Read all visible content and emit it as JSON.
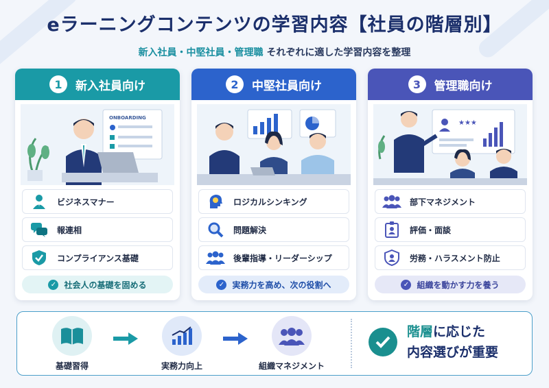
{
  "header": {
    "title": "eラーニングコンテンツの学習内容【社員の階層別】",
    "subtitle_highlight": "新入社員・中堅社員・管理職",
    "subtitle_rest": "それぞれに適した学習内容を整理"
  },
  "colors": {
    "teal": "#1a9aa6",
    "blue": "#2c63cc",
    "indigo": "#4a55b8",
    "navy": "#1b2f6b"
  },
  "cards": [
    {
      "number": "1",
      "title": "新入社員向け",
      "illustration_text": "ONBOARDING",
      "items": [
        {
          "icon": "business-person-icon",
          "label": "ビジネスマナー"
        },
        {
          "icon": "chat-bubbles-icon",
          "label": "報連相"
        },
        {
          "icon": "shield-check-icon",
          "label": "コンプライアンス基礎"
        }
      ],
      "summary": "社会人の基礎を固める"
    },
    {
      "number": "2",
      "title": "中堅社員向け",
      "items": [
        {
          "icon": "lightbulb-head-icon",
          "label": "ロジカルシンキング"
        },
        {
          "icon": "magnifier-icon",
          "label": "問題解決"
        },
        {
          "icon": "team-icon",
          "label": "後輩指導・リーダーシップ"
        }
      ],
      "summary": "実務力を高め、次の役割へ"
    },
    {
      "number": "3",
      "title": "管理職向け",
      "items": [
        {
          "icon": "team-icon",
          "label": "部下マネジメント"
        },
        {
          "icon": "id-badge-icon",
          "label": "評価・面談"
        },
        {
          "icon": "shield-person-icon",
          "label": "労務・ハラスメント防止"
        }
      ],
      "summary": "組織を動かす力を養う"
    }
  ],
  "flow": {
    "steps": [
      {
        "icon": "book-icon",
        "label": "基礎習得"
      },
      {
        "icon": "growth-chart-icon",
        "label": "実務力向上"
      },
      {
        "icon": "group-icon",
        "label": "組織マネジメント"
      }
    ],
    "conclusion": {
      "line1_accent": "階層",
      "line1_rest": "に応じた",
      "line2": "内容選びが重要"
    }
  }
}
